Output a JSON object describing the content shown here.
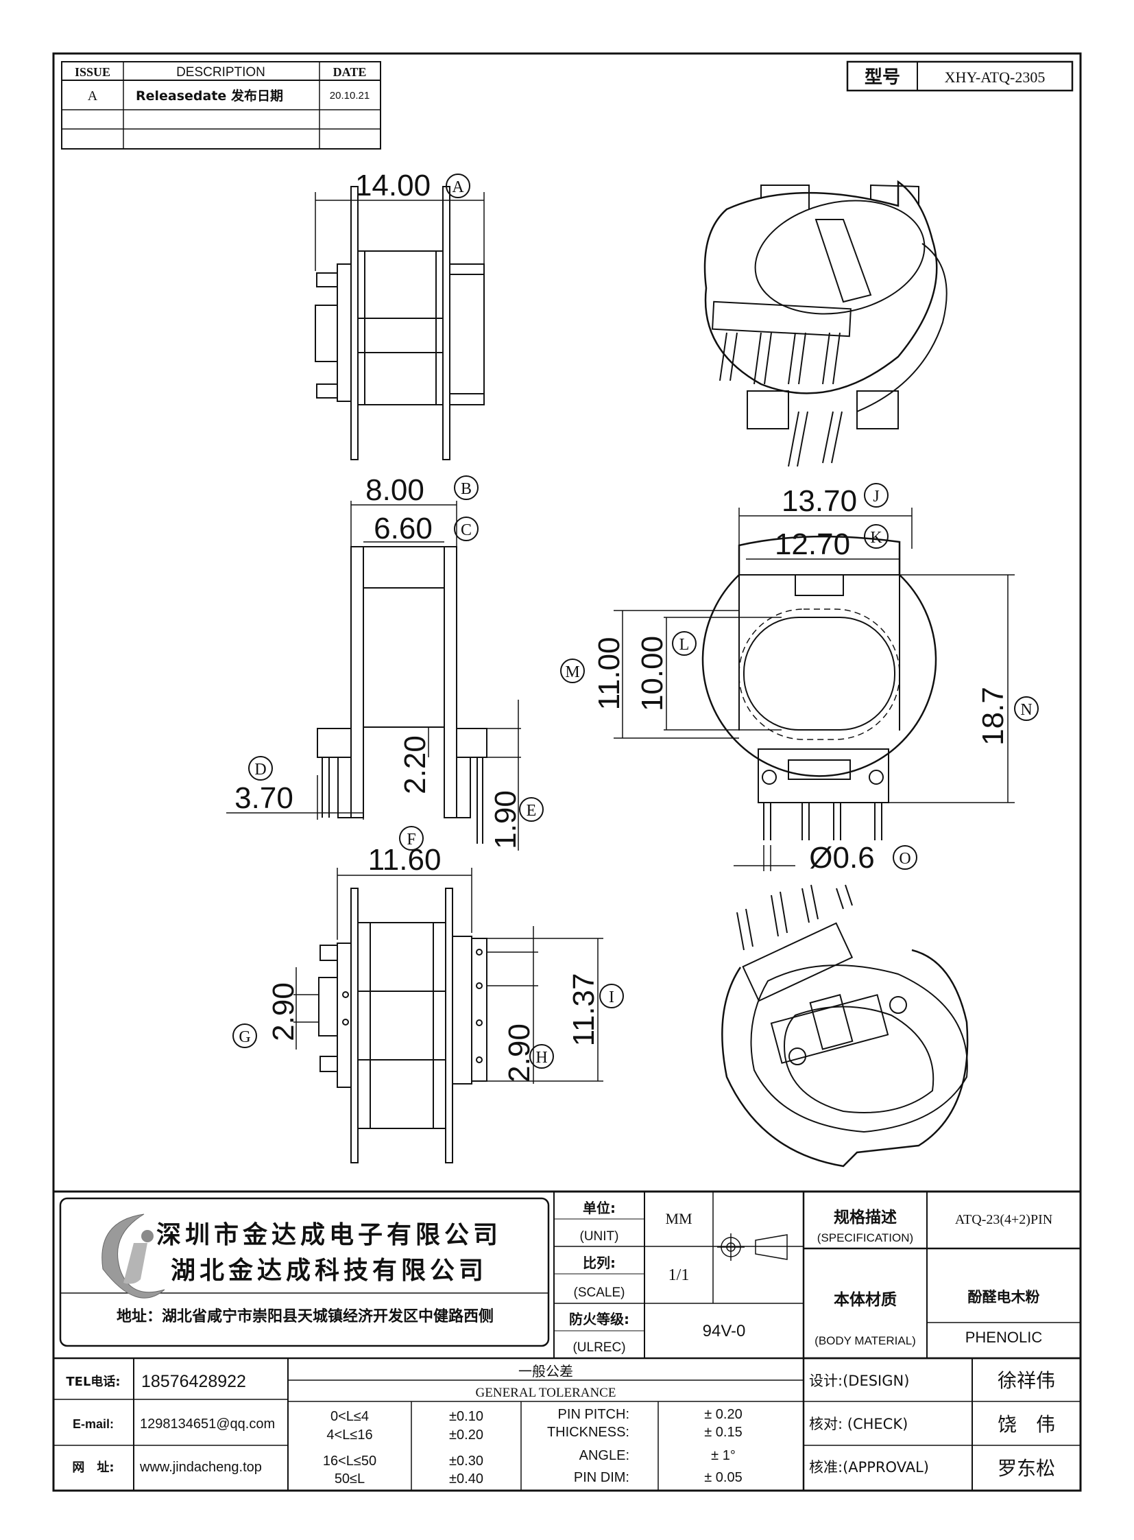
{
  "revision_table": {
    "headers": {
      "issue": "ISSUE",
      "description": "DESCRIPTION",
      "date": "DATE"
    },
    "rows": [
      {
        "issue": "A",
        "description": "Releasedate 发布日期",
        "date": "20.10.21"
      }
    ]
  },
  "model": {
    "label": "型号",
    "value": "XHY-ATQ-2305"
  },
  "dimensions": {
    "A": {
      "value": "14.00",
      "tag": "A"
    },
    "B": {
      "value": "8.00",
      "tag": "B"
    },
    "C": {
      "value": "6.60",
      "tag": "C"
    },
    "D": {
      "value": "3.70",
      "tag": "D"
    },
    "E": {
      "value": "1.90",
      "tag": "E"
    },
    "F": {
      "value": "11.60",
      "tag": "F"
    },
    "G": {
      "value": "2.90",
      "tag": "G"
    },
    "H": {
      "value": "2.90",
      "tag": "H"
    },
    "I": {
      "value": "11.37",
      "tag": "I"
    },
    "J": {
      "value": "13.70",
      "tag": "J"
    },
    "K": {
      "value": "12.70",
      "tag": "K"
    },
    "L": {
      "value": "10.00",
      "tag": "L"
    },
    "M": {
      "value": "11.00",
      "tag": "M"
    },
    "N": {
      "value": "18.7",
      "tag": "N"
    },
    "O": {
      "value": "Ø0.6",
      "tag": "O"
    },
    "extra": {
      "value": "2.20"
    }
  },
  "company": {
    "name_1": "深圳市金达成电子有限公司",
    "name_2": "湖北金达成科技有限公司",
    "address": "地址：湖北省咸宁市崇阳县天城镇经济开发区中健路西侧"
  },
  "title_block": {
    "unit_label_cn": "单位:",
    "unit_label_en": "(UNIT)",
    "unit_value": "MM",
    "scale_label_cn": "比列:",
    "scale_label_en": "(SCALE)",
    "scale_value": "1/1",
    "fire_label_cn": "防火等级:",
    "fire_label_en": "(ULREC)",
    "fire_value": "94V-0",
    "spec_label_cn": "规格描述",
    "spec_label_en": "(SPECIFICATION)",
    "spec_value": "ATQ-23(4+2)PIN",
    "material_label_cn": "本体材质",
    "material_label_en": "(BODY MATERIAL)",
    "material_value_cn": "酚醛电木粉",
    "material_value_en": "PHENOLIC"
  },
  "contact": {
    "tel_label": "TEL电话:",
    "tel": "18576428922",
    "email_label": "E-mail:",
    "email": "1298134651@qq.com",
    "web_label": "网　址:",
    "web": "www.jindacheng.top"
  },
  "tolerance": {
    "title_cn": "一般公差",
    "title_en": "GENERAL TOLERANCE",
    "ranges": [
      {
        "range": "0<L≤4",
        "tol": "±0.10"
      },
      {
        "range": "4<L≤16",
        "tol": "±0.20"
      },
      {
        "range": "16<L≤50",
        "tol": "±0.30"
      },
      {
        "range": "50≤L",
        "tol": "±0.40"
      }
    ],
    "others": [
      {
        "name": "PIN PITCH:",
        "tol": "±  0.20"
      },
      {
        "name": "THICKNESS:",
        "tol": "±  0.15"
      },
      {
        "name": "ANGLE:",
        "tol": "±  1°"
      },
      {
        "name": "PIN DIM:",
        "tol": "±  0.05"
      }
    ]
  },
  "approval": {
    "design_label": "设计:(DESIGN)",
    "design_name": "徐祥伟",
    "check_label": "核对: (CHECK)",
    "check_name": "饶　伟",
    "approve_label": "核准:(APPROVAL)",
    "approve_name": "罗东松"
  }
}
